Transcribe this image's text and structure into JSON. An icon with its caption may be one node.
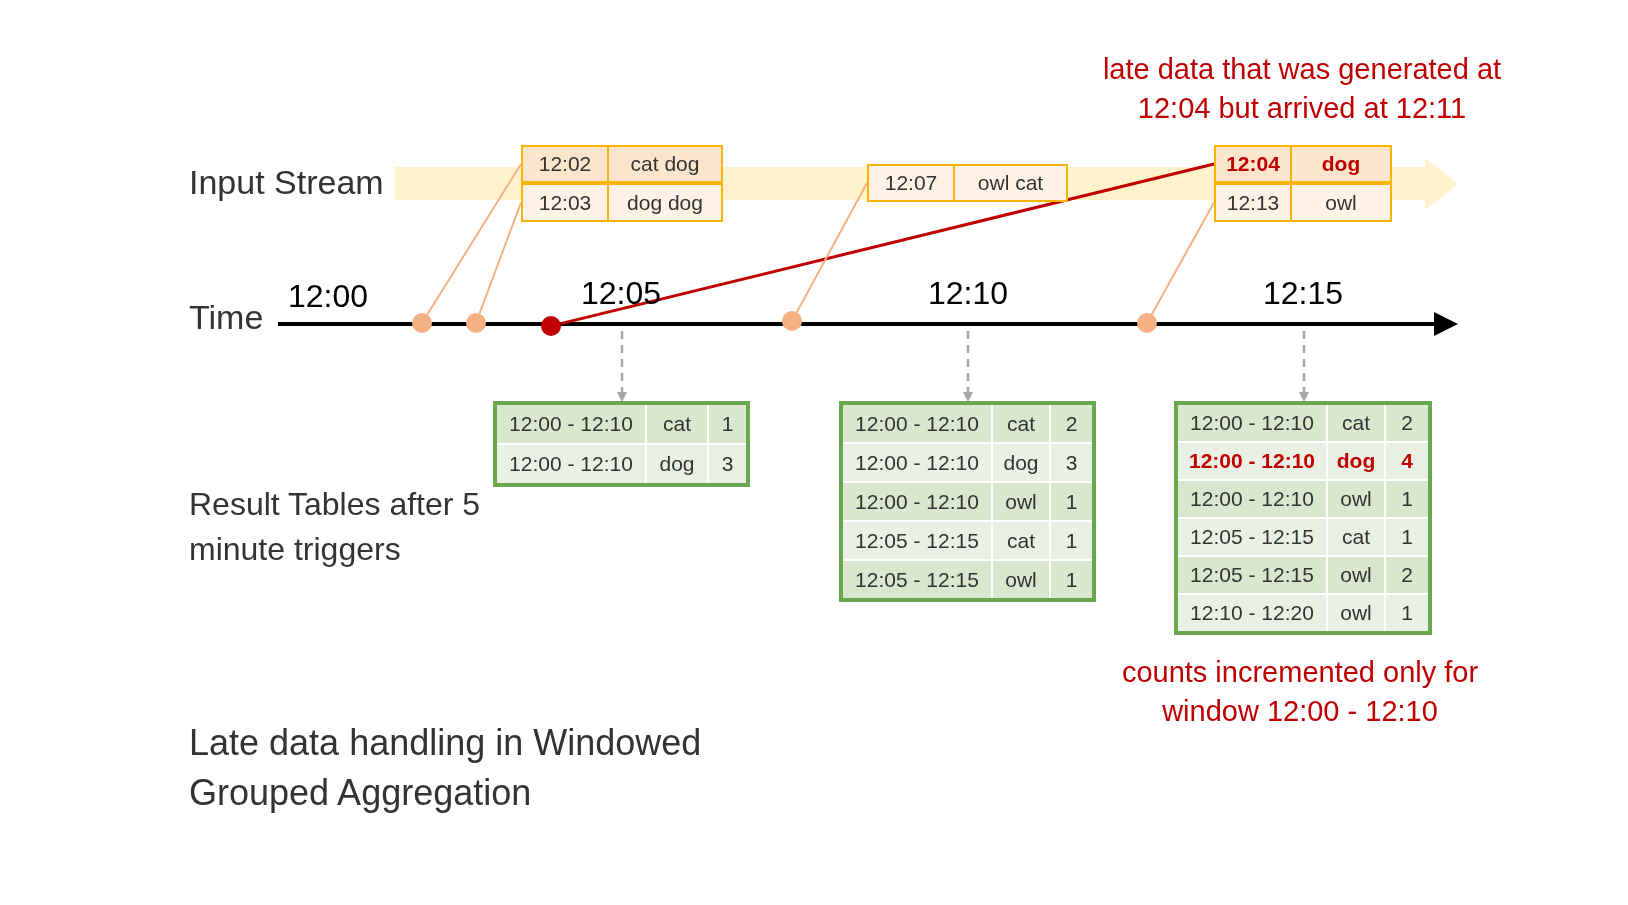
{
  "diagram": {
    "caption": "Late data handling in Windowed Grouped Aggregation",
    "nodes": [
      {
        "text": [
          "12:02",
          "cat dog"
        ]
      },
      {
        "text": [
          "12:03",
          "dog dog"
        ]
      },
      {
        "text": [
          "12:07",
          "owl cat"
        ]
      },
      {
        "text": [
          "**12:04**",
          "**dog**"
        ]
      },
      {
        "text": [
          "12:13",
          "owl"
        ]
      },
      {
        "text": [],
        "shape": "circle"
      },
      {
        "text": [],
        "shape": "circle"
      },
      {
        "text": [],
        "shape": "circle"
      },
      {
        "text": [],
        "shape": "circle"
      },
      {
        "text": [],
        "shape": "circle"
      },
      {
        "text": [
          "12:00 - 12:10",
          "cat",
          "1",
          "12:00 - 12:10",
          "dog",
          "3"
        ]
      },
      {
        "text": [
          "12:00 - 12:10",
          "cat",
          "2",
          "12:00 - 12:10",
          "dog",
          "3",
          "12:00 - 12:10",
          "owl",
          "1",
          "12:05 - 12:15",
          "cat",
          "1",
          "12:05 - 12:15",
          "owl",
          "1"
        ]
      },
      {
        "text": [
          "12:00 - 12:10",
          "cat",
          "2",
          "**12:00 - 12:10**",
          "**dog**",
          "**4**",
          "12:00 - 12:10",
          "owl",
          "1",
          "12:05 - 12:15",
          "cat",
          "1",
          "12:05 - 12:15",
          "owl",
          "2",
          "12:10 - 12:20",
          "owl",
          "1"
        ]
      }
    ],
    "edges": [
      {
        "from": 5,
        "to": 0,
        "arrow": "none",
        "color": "#f4b183"
      },
      {
        "from": 6,
        "to": 1,
        "arrow": "none",
        "color": "#f4b183"
      },
      {
        "from": 7,
        "to": 3,
        "arrow": "none",
        "color": "#c00000"
      },
      {
        "from": 8,
        "to": 2,
        "arrow": "none",
        "color": "#f4b183"
      },
      {
        "from": 9,
        "to": 4,
        "arrow": "none",
        "color": "#f4b183"
      },
      {
        "from": null,
        "to": 10,
        "arrow": "to",
        "style": "dashed",
        "color": "#a6a6a6"
      },
      {
        "from": null,
        "to": 11,
        "arrow": "to",
        "style": "dashed",
        "color": "#a6a6a6"
      },
      {
        "from": null,
        "to": 12,
        "arrow": "to",
        "style": "dashed",
        "color": "#a6a6a6"
      }
    ],
    "labels": [
      "late data that was generated at 12:04 but arrived at 12:11",
      "Input Stream",
      "Time",
      "12:00",
      "12:05",
      "12:10",
      "12:15",
      "Result Tables after 5 minute triggers",
      "counts incremented only for window 12:00 - 12:10"
    ]
  }
}
